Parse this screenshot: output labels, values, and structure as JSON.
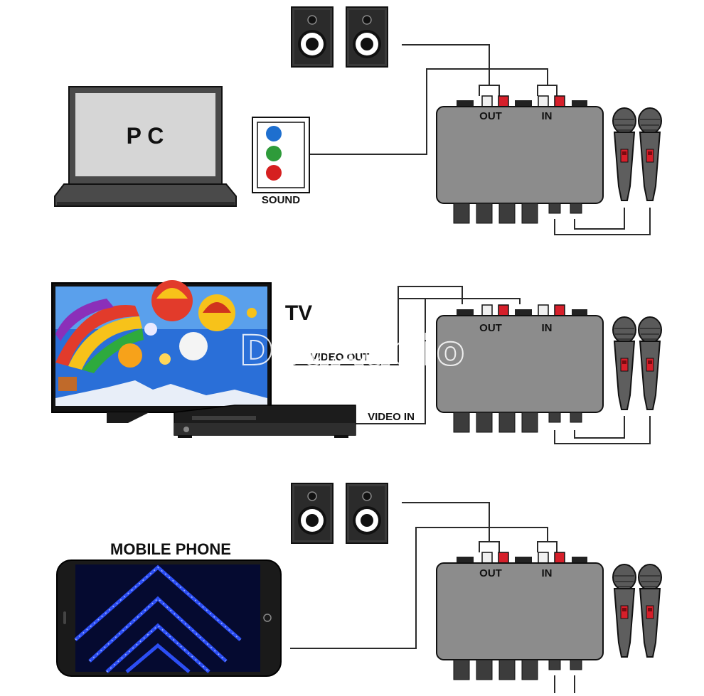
{
  "labels": {
    "pc": "P C",
    "sound": "SOUND",
    "tv": "TV",
    "video_out": "VIDEO OUT",
    "video_in": "VIDEO IN",
    "mobile_phone": "MOBILE PHONE",
    "mixer_out": "OUT",
    "mixer_in": "IN"
  },
  "watermark": "DouAudio",
  "colors": {
    "mixer_body": "#8c8c8c",
    "jack_red": "#d61f2a",
    "jack_white": "#ffffff",
    "sound_blue": "#1e6fcf",
    "sound_green": "#2e9b3a",
    "sound_red": "#d62020",
    "tv_sky": "#2a6fd8",
    "phone_lights": "#2f52ff"
  },
  "icons": [
    "speaker-icon",
    "laptop-icon",
    "microphone-icon",
    "tv-icon",
    "dvd-player-icon",
    "smartphone-icon",
    "karaoke-mixer-icon"
  ]
}
